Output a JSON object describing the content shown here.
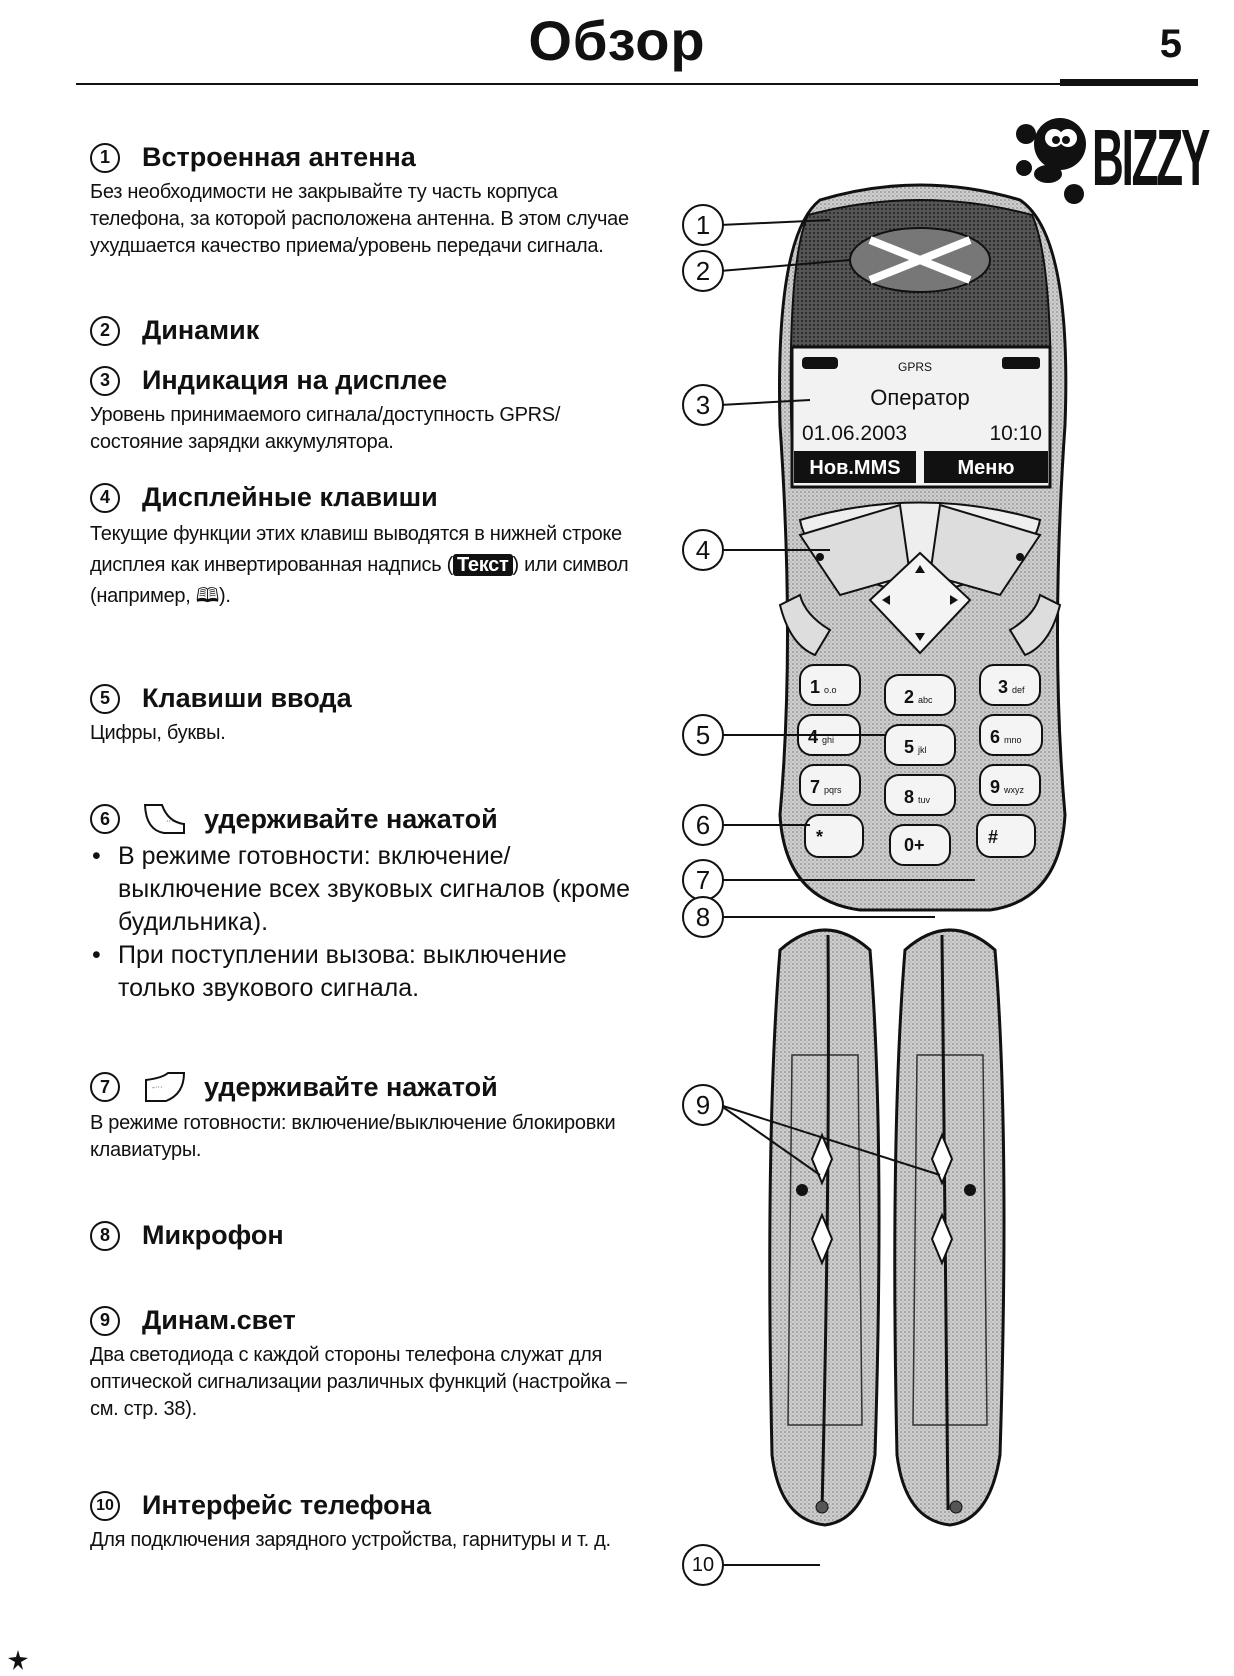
{
  "header": {
    "title": "Обзор",
    "page_number": "5",
    "logo_text": "BIZZY"
  },
  "sections": [
    {
      "num": "1",
      "title": "Встроенная антенна",
      "body": "Без необходимости не закрывайте ту часть корпуса телефона, за которой расположена антенна. В этом случае ухудшается качество приема/уровень передачи сигнала."
    },
    {
      "num": "2",
      "title": "Динамик"
    },
    {
      "num": "3",
      "title": "Индикация на дисплее",
      "body": "Уровень принимаемого сигнала/доступность GPRS/состояние зарядки аккумулятора."
    },
    {
      "num": "4",
      "title": "Дисплейные клавиши",
      "body_pre": "Текущие функции этих клавиш выводятся в нижней строке дисплея как инвертированная надпись (",
      "inverted_word": "Текст",
      "body_post": ") или символ (например, ",
      "symbol_glyph": "🕮",
      "body_end": ")."
    },
    {
      "num": "5",
      "title": "Клавиши ввода",
      "body": "Цифры, буквы."
    },
    {
      "num": "6",
      "title": "удерживайте нажатой",
      "bullets": [
        "В режиме готовности: включение/ выключение всех звуковых сигналов (кроме будильника).",
        "При поступлении вызова: выключение только звукового сигнала."
      ]
    },
    {
      "num": "7",
      "title": "удерживайте нажатой",
      "body": "В режиме готовности: включение/выключение блокировки клавиатуры."
    },
    {
      "num": "8",
      "title": "Микрофон"
    },
    {
      "num": "9",
      "title": "Динам.свет",
      "body": "Два светодиода с каждой стороны телефона служат для оптической сигнализации различных функций (настройка – см. стр. 38)."
    },
    {
      "num": "10",
      "title": "Интерфейс телефона",
      "body": "Для подключения зарядного устройства, гарнитуры и т. д."
    }
  ],
  "phone": {
    "lcd_gprs": "GPRS",
    "lcd_operator": "Оператор",
    "lcd_date": "01.06.2003",
    "lcd_time": "10:10",
    "softkey_left": "Нов.MMS",
    "softkey_right": "Меню",
    "keys": [
      "1",
      "2",
      "3",
      "4",
      "5",
      "6",
      "7",
      "8",
      "9",
      "*",
      "0+",
      "#"
    ],
    "key_letters": [
      "o.o",
      "abc",
      "def",
      "ghi",
      "jkl",
      "mno",
      "pqrs",
      "tuv",
      "wxyz",
      "",
      "",
      ""
    ],
    "callouts": [
      "1",
      "2",
      "3",
      "4",
      "5",
      "6",
      "7",
      "8",
      "9",
      "10"
    ]
  }
}
